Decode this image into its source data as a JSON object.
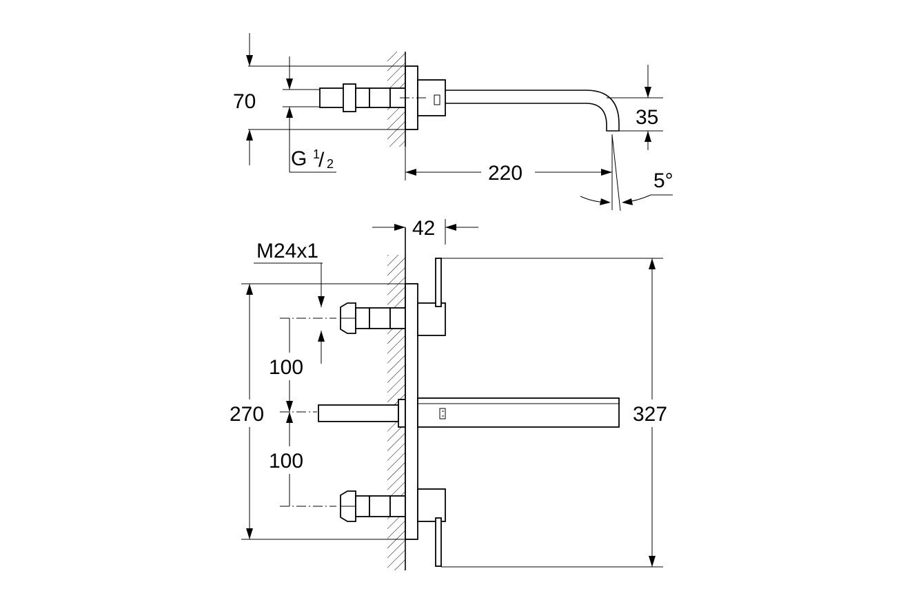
{
  "top_view": {
    "dim_70": "70",
    "dim_35": "35",
    "dim_220": "220",
    "dim_angle": "5°",
    "thread_g": "G",
    "thread_num": "1",
    "thread_den": "2"
  },
  "front_view": {
    "dim_42": "42",
    "thread_m": "M24x1",
    "dim_100_upper": "100",
    "dim_100_lower": "100",
    "dim_270": "270",
    "dim_327": "327"
  }
}
